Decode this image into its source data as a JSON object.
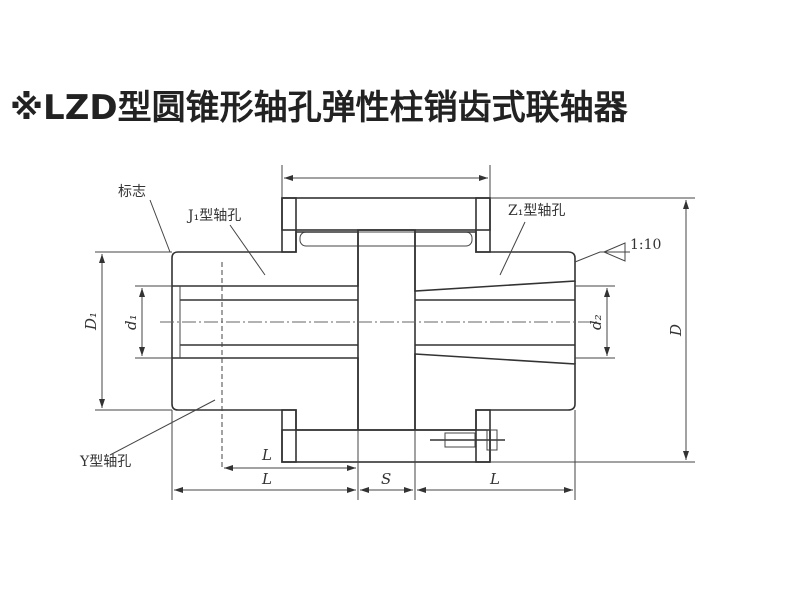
{
  "title": "※LZD型圆锥形轴孔弹性柱销齿式联轴器",
  "labels": {
    "mark": "标志",
    "j1_bore": "J₁型轴孔",
    "z1_bore": "Z₁型轴孔",
    "y_bore": "Y型轴孔",
    "taper": "1:10",
    "D1": "D₁",
    "d1": "d₁",
    "d2": "d₂",
    "D": "D",
    "L_short": "L",
    "L_left": "L",
    "S": "S",
    "L_right": "L"
  }
}
